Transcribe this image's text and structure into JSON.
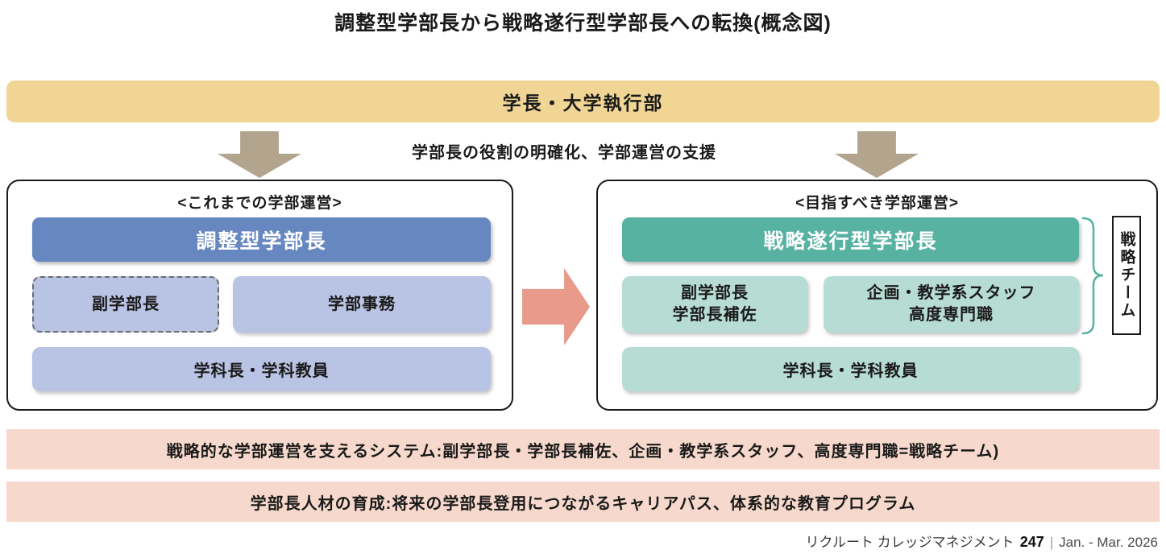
{
  "title": "調整型学部長から戦略遂行型学部長への転換(概念図)",
  "top_banner": {
    "label": "学長・大学執行部"
  },
  "arrows": {
    "support_note": "学部長の役割の明確化、学部運営の支援"
  },
  "left_panel": {
    "header": "<これまでの学部運営>",
    "main_box": {
      "label": "調整型学部長"
    },
    "sub_boxes": [
      {
        "label": "副学部長"
      },
      {
        "label": "学部事務"
      }
    ],
    "bottom_box": {
      "label": "学科長・学科教員"
    }
  },
  "right_panel": {
    "header": "<目指すべき学部運営>",
    "main_box": {
      "label": "戦略遂行型学部長"
    },
    "sub_boxes": [
      {
        "line1": "副学部長",
        "line2": "学部長補佐"
      },
      {
        "line1": "企画・教学系スタッフ",
        "line2": "高度専門職"
      }
    ],
    "bottom_box": {
      "label": "学科長・学科教員"
    },
    "team_label": "戦略チーム"
  },
  "banners": [
    "戦略的な学部運営を支えるシステム:副学部長・学部長補佐、企画・教学系スタッフ、高度専門職=戦略チーム)",
    "学部長人材の育成:将来の学部長登用につながるキャリアパス、体系的な教育プログラム"
  ],
  "footer": {
    "magazine": "リクルート カレッジマネジメント",
    "issue": "247",
    "separator": "|",
    "date": "Jan. - Mar. 2026"
  },
  "colors": {
    "top_banner_yellow": "#f0d594",
    "coordination_blue": "#6787c1",
    "coordination_light_blue": "#b9c3e3",
    "strategy_teal": "#57b2a2",
    "strategy_light_green": "#b7dcd3",
    "pink_banner": "#f6d9cc",
    "transition_arrow_pink": "#e99b8b",
    "down_arrow_taupe": "#b2a48d"
  }
}
